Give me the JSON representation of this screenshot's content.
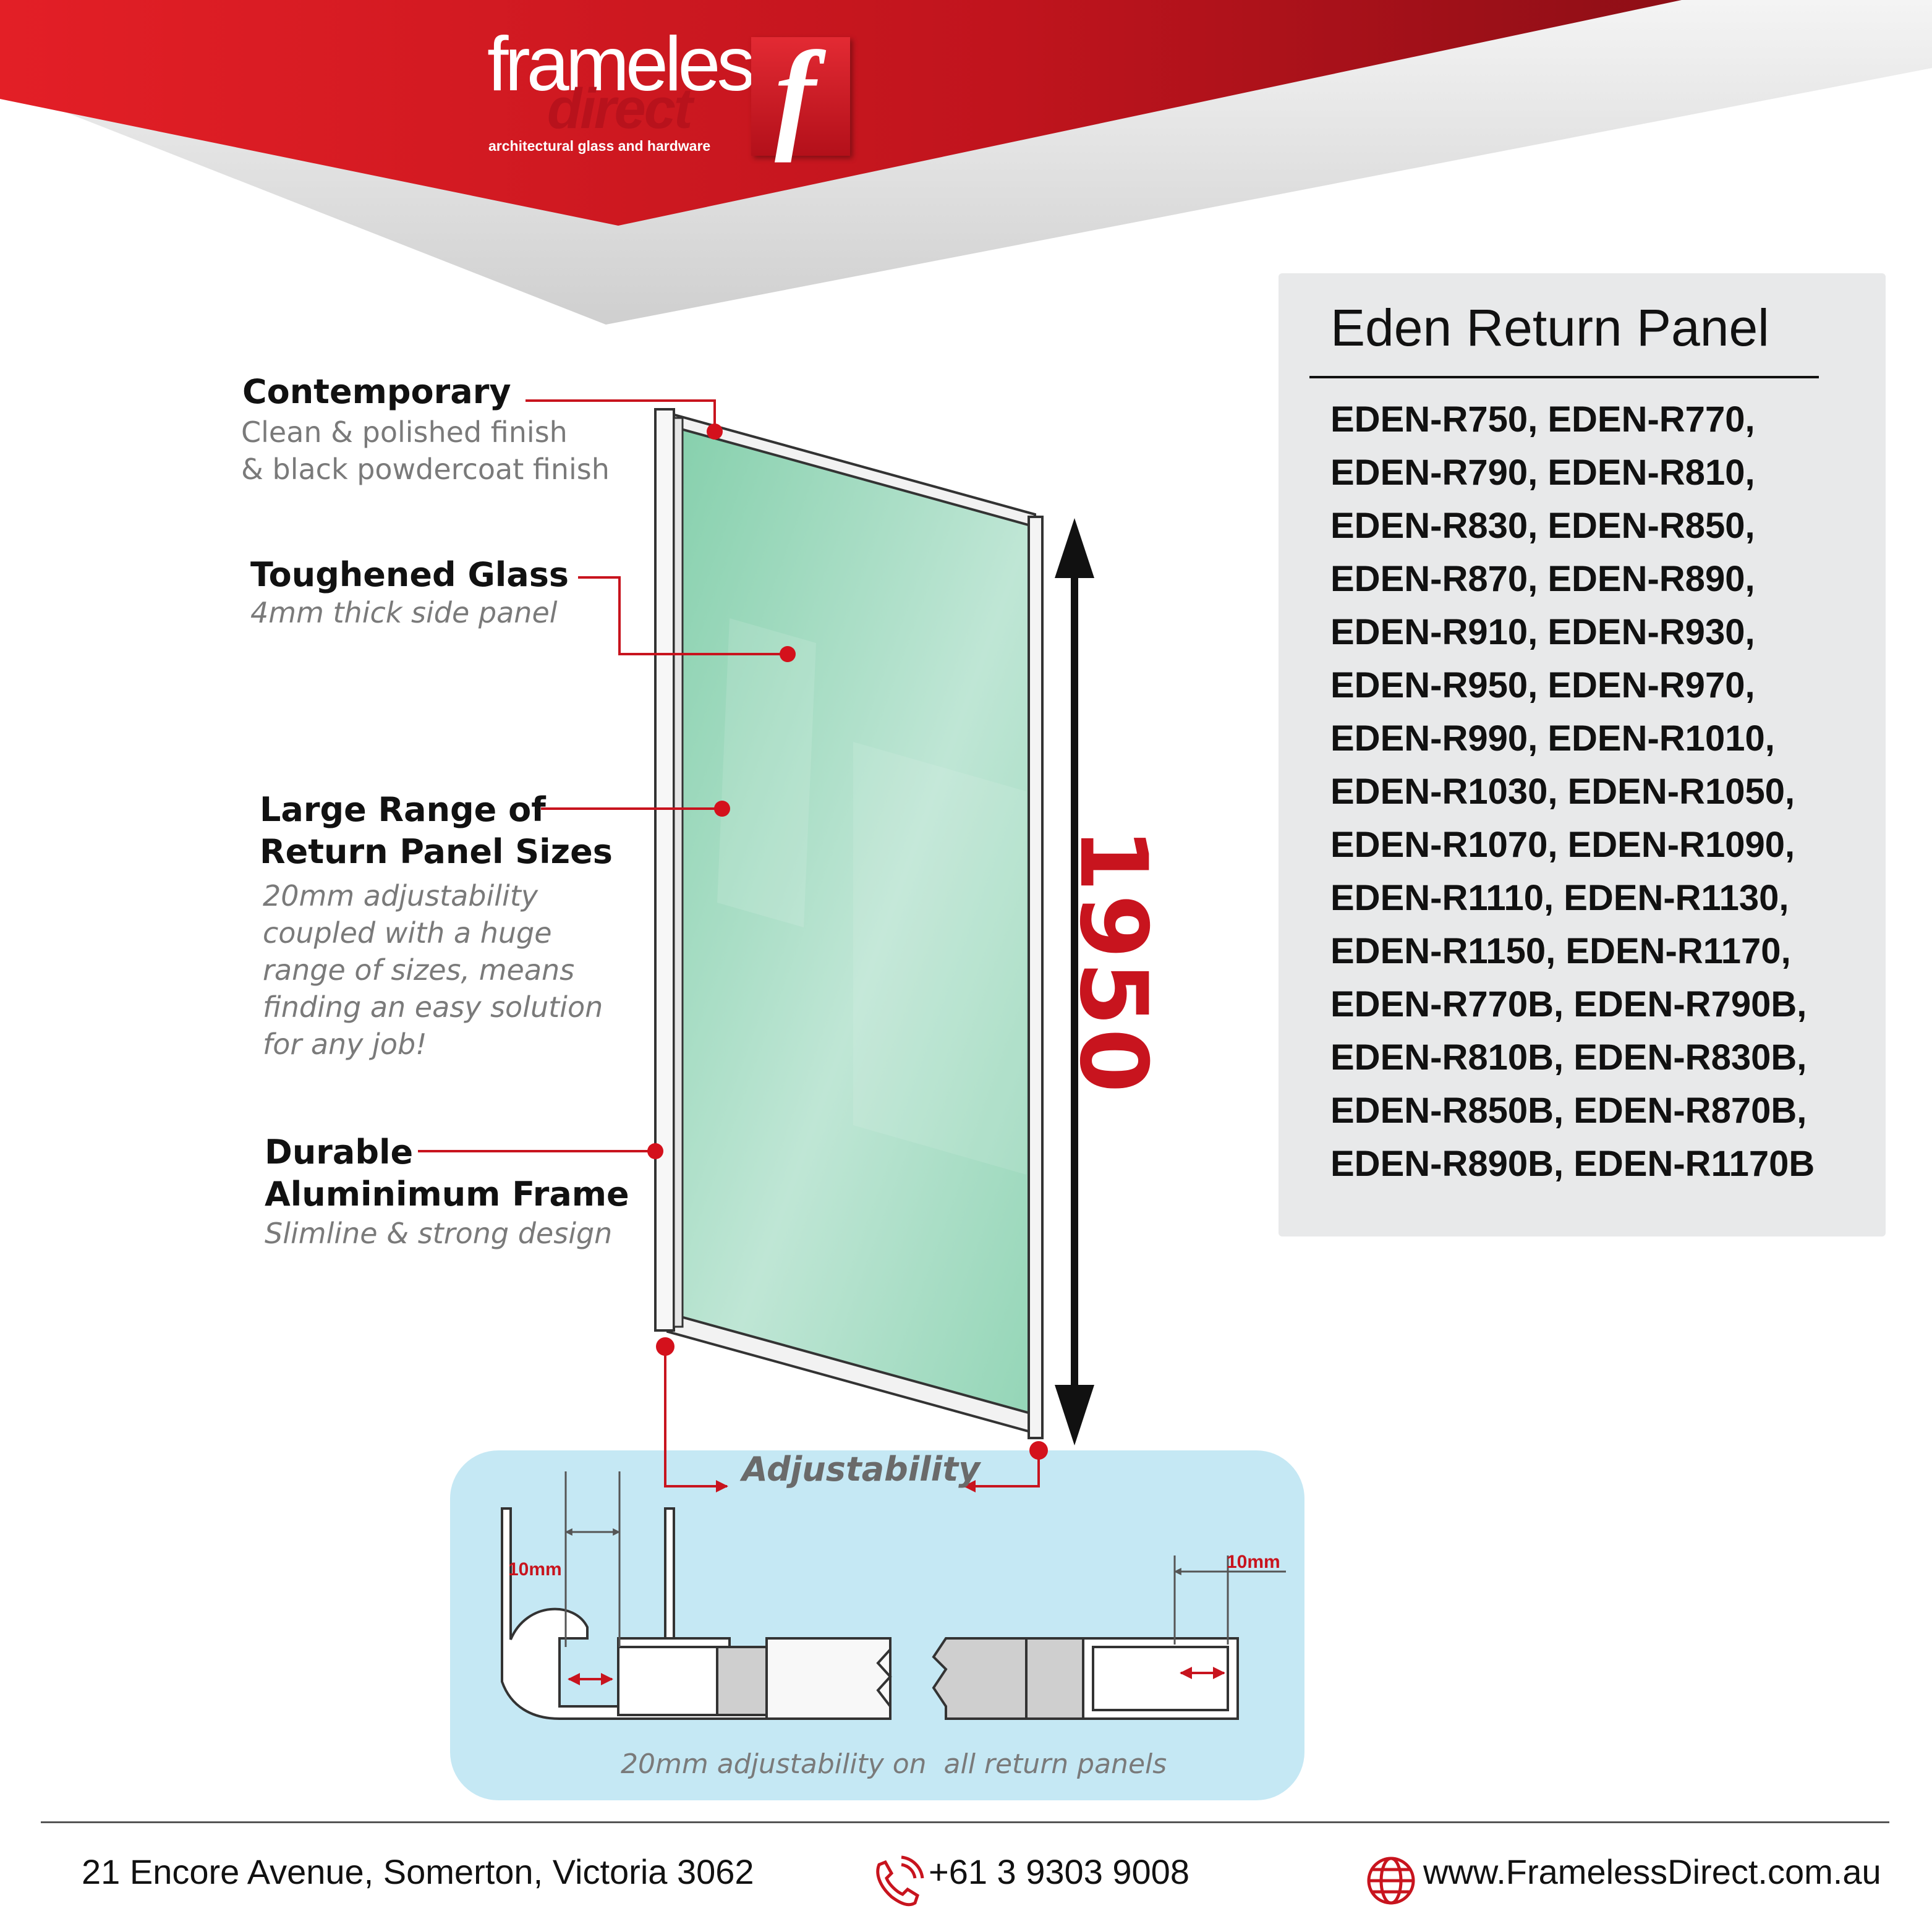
{
  "brand": {
    "name": "frameless",
    "sub": "direct",
    "tagline": "architectural glass and hardware",
    "mark": "f",
    "red": "#c8141e"
  },
  "features": [
    {
      "title": [
        "Contemporary"
      ],
      "desc": [
        "Clean & polished finish",
        "& black powdercoat finish"
      ]
    },
    {
      "title": [
        "Toughened Glass"
      ],
      "desc": [
        "4mm thick side panel"
      ]
    },
    {
      "title": [
        "Large Range of",
        "Return Panel Sizes"
      ],
      "desc": [
        "20mm adjustability",
        "coupled with a huge",
        "range of sizes, means",
        "finding an easy solution",
        "for any job!"
      ]
    },
    {
      "title": [
        "Durable",
        "Aluminimum Frame"
      ],
      "desc": [
        "Slimline & strong design"
      ]
    }
  ],
  "product": {
    "title": "Eden Return Panel",
    "models": [
      "EDEN-R750, EDEN-R770,",
      "EDEN-R790, EDEN-R810,",
      "EDEN-R830, EDEN-R850,",
      "EDEN-R870, EDEN-R890,",
      "EDEN-R910, EDEN-R930,",
      "EDEN-R950, EDEN-R970,",
      "EDEN-R990, EDEN-R1010,",
      "EDEN-R1030, EDEN-R1050,",
      "EDEN-R1070, EDEN-R1090,",
      "EDEN-R1110, EDEN-R1130,",
      "EDEN-R1150, EDEN-R1170,",
      "EDEN-R770B, EDEN-R790B,",
      "EDEN-R810B, EDEN-R830B,",
      "EDEN-R850B, EDEN-R870B,",
      "EDEN-R890B, EDEN-R1170B"
    ]
  },
  "diagram": {
    "height_label": "1950",
    "adjustability_label": "Adjustability",
    "left_gap_label": "10mm",
    "right_gap_label": "10mm",
    "caption": "20mm adjustability on  all return panels",
    "glass_color": "#8fd3b2"
  },
  "footer": {
    "address": "21 Encore Avenue, Somerton, Victoria 3062",
    "phone": "+61 3 9303 9008",
    "website": "www.FramelessDirect.com.au"
  },
  "icons": {
    "phone": "phone-icon",
    "web": "globe-icon"
  }
}
